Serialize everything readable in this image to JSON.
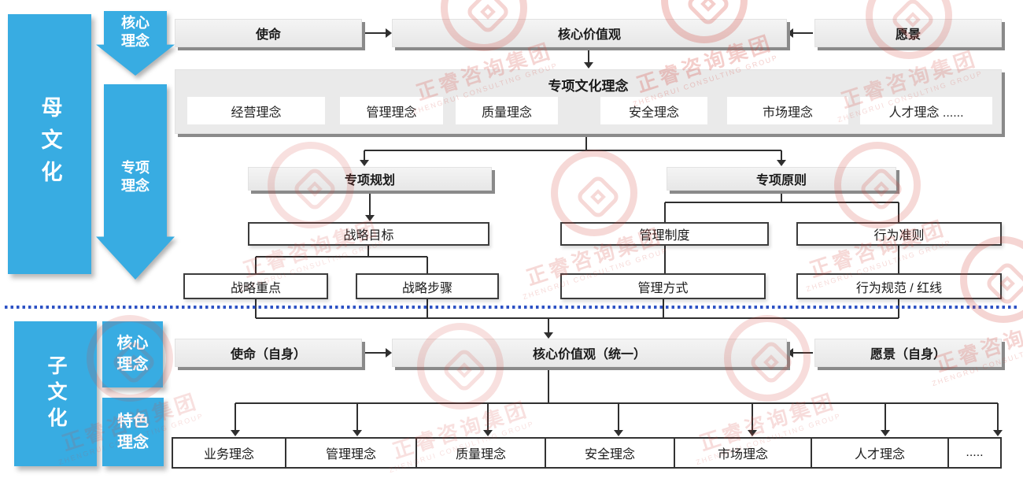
{
  "colors": {
    "blue": "#38ace2",
    "divider_blue": "#2d52c4",
    "watermark_red": "#d5453c",
    "box_gray": "#eaeaea"
  },
  "watermark": {
    "text": "正睿咨询集团",
    "sub_text": "ZHENGRUI CONSULTING GROUP"
  },
  "parent_section": {
    "side_label": "母文化",
    "core_arrow_label": "核心理念",
    "special_arrow_label": "专项理念",
    "mission": "使命",
    "core_values": "核心价值观",
    "vision": "愿景",
    "special_container": {
      "title": "专项文化理念",
      "items": [
        "经营理念",
        "管理理念",
        "质量理念",
        "安全理念",
        "市场理念",
        "人才理念  ......"
      ]
    },
    "planning": {
      "title": "专项规划",
      "goal": "战略目标",
      "focus": "战略重点",
      "steps": "战略步骤"
    },
    "principles": {
      "title": "专项原则",
      "system": "管理制度",
      "conduct": "行为准则",
      "method": "管理方式",
      "norms": "行为规范 / 红线"
    }
  },
  "child_section": {
    "side_label": "子文化",
    "core_label": "核心理念",
    "feature_label": "特色理念",
    "mission": "使命（自身）",
    "core_values": "核心价值观（统一）",
    "vision": "愿景（自身）",
    "items": [
      "业务理念",
      "管理理念",
      "质量理念",
      "安全理念",
      "市场理念",
      "人才理念",
      "....."
    ]
  }
}
